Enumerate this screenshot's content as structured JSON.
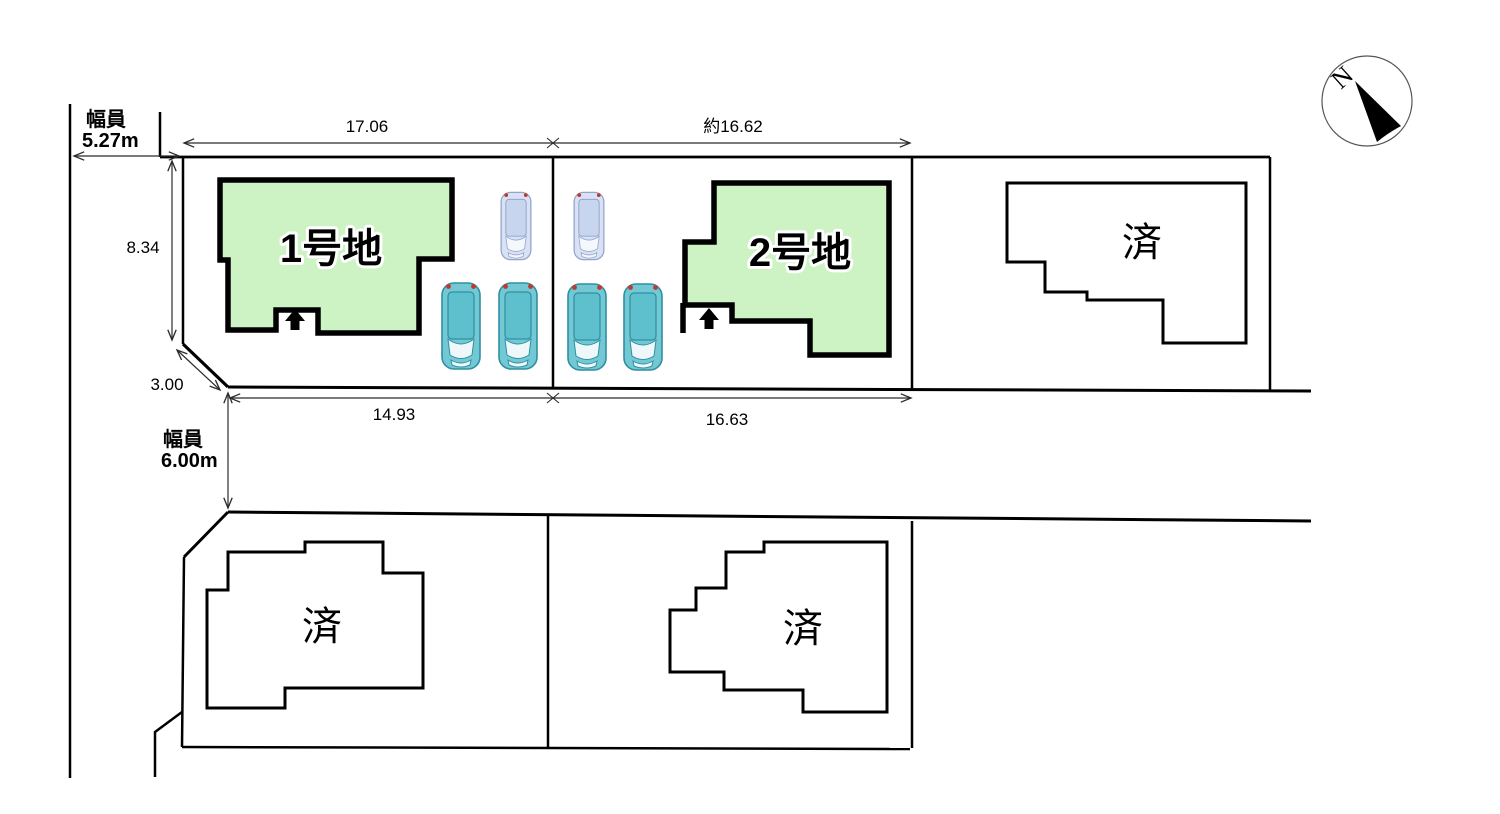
{
  "compass": {
    "north_label": "N"
  },
  "roads": {
    "left": {
      "label": "幅員",
      "width": "5.27m"
    },
    "front": {
      "label": "幅員",
      "width": "6.00m"
    }
  },
  "dimensions": {
    "lot1_frontage_top": "17.06",
    "lot2_frontage_top": "約16.62",
    "lot1_depth_left": "8.34",
    "corner_chamfer": "3.00",
    "lot1_frontage_road": "14.93",
    "lot2_frontage_road": "16.63"
  },
  "lots": [
    {
      "label": "1号地",
      "status": "available"
    },
    {
      "label": "2号地",
      "status": "available"
    },
    {
      "label": "済",
      "status": "sold"
    },
    {
      "label": "済",
      "status": "sold"
    },
    {
      "label": "済",
      "status": "sold"
    }
  ],
  "cars": {
    "teal_count": 4,
    "blue_count": 2
  },
  "colors": {
    "lot_available_fill": "#cdf2c3",
    "outline": "#000000",
    "car_teal": "#72c9d3",
    "car_blue": "#d8e2f4"
  }
}
